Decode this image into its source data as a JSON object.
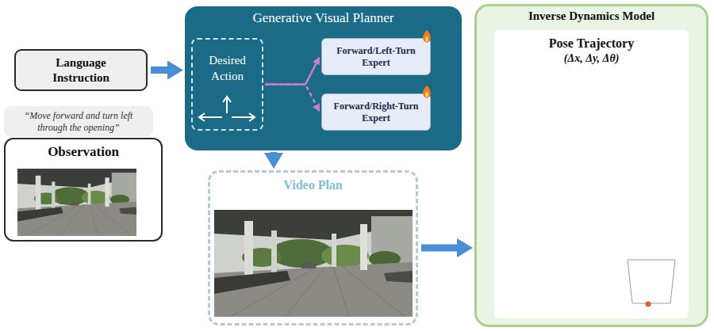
{
  "diagram": {
    "nodes": [
      {
        "text": [
          "Language Instruction"
        ]
      },
      {
        "text": [
          "“Move forward and turn left through the opening”"
        ]
      },
      {
        "text": [
          "Observation"
        ]
      },
      {
        "text": [
          "Generative Visual Planner"
        ]
      },
      {
        "text": [
          "Desired Action"
        ],
        "in": 3
      },
      {
        "text": [
          "Forward/Left-Turn Expert"
        ],
        "in": 3
      },
      {
        "text": [
          "Forward/Right-Turn Expert"
        ],
        "in": 3
      },
      {
        "text": [
          "Video Plan"
        ]
      },
      {
        "text": [
          "Inverse Dynamics Model"
        ]
      },
      {
        "text": [
          "Pose Trajectory",
          "(Δx, Δy, Δθ)"
        ],
        "in": 8
      }
    ],
    "edges": [
      {
        "from": 0,
        "to": 3,
        "arrow": "to"
      },
      {
        "from": 4,
        "to": 5,
        "arrow": "to"
      },
      {
        "from": 4,
        "to": 6,
        "arrow": "to"
      },
      {
        "from": 3,
        "to": 7,
        "arrow": "to"
      },
      {
        "from": 7,
        "to": 8,
        "arrow": "to"
      }
    ]
  }
}
